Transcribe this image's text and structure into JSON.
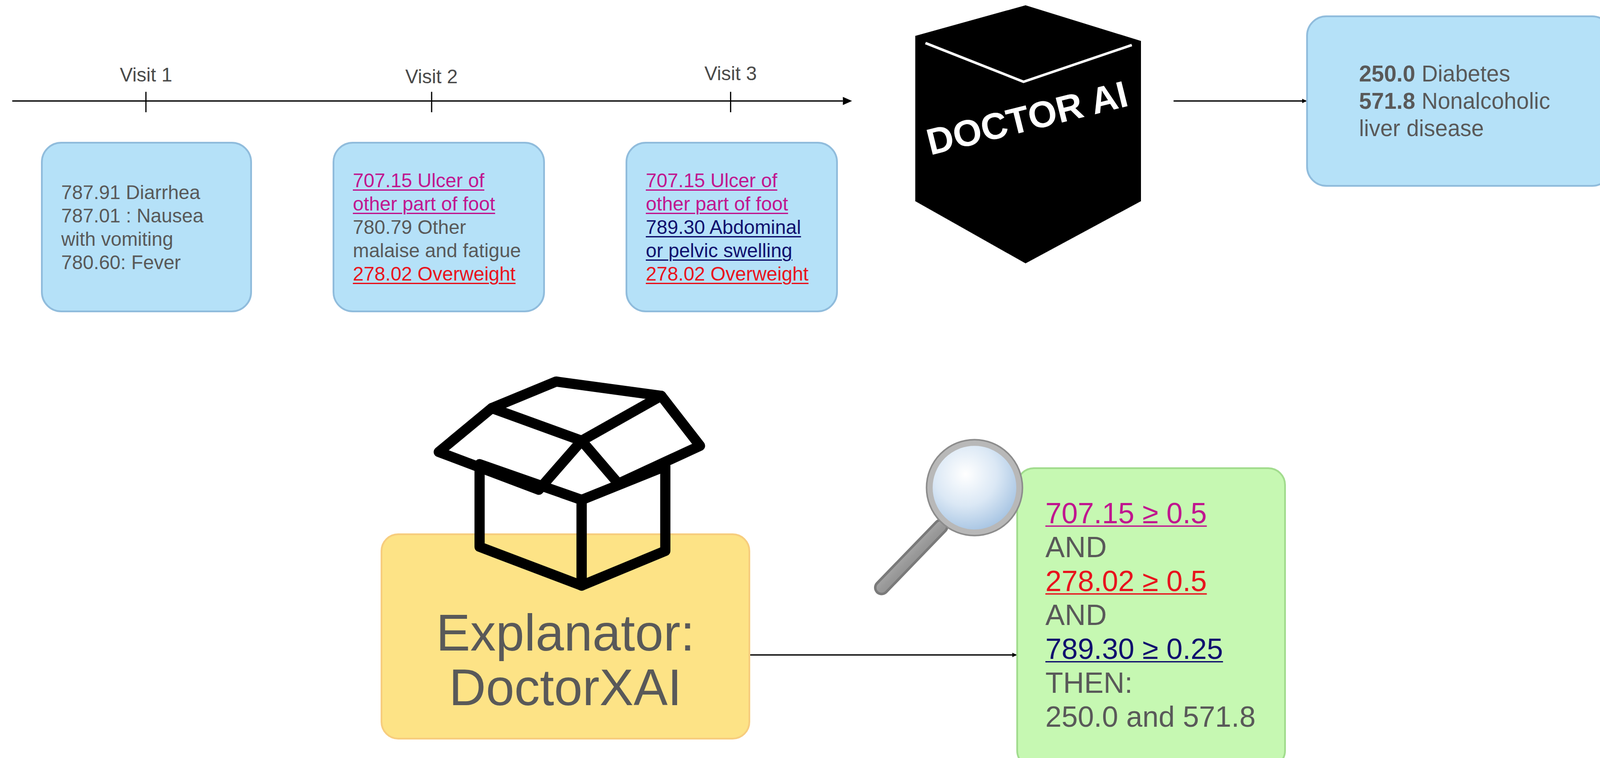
{
  "diagram": {
    "nodes": [
      {
        "text": [
          "787.91  Diarrhea",
          "787.01 : Nausea with vomiting",
          "780.60: Fever"
        ]
      },
      {
        "text": [
          "707.15 Ulcer of other part of foot",
          "780.79 Other malaise and fatigue",
          "278.02 Overweight"
        ]
      },
      {
        "text": [
          "707.15 Ulcer of other part of foot",
          "789.30 Abdominal or pelvic swelling",
          "278.02 Overweight"
        ]
      },
      {
        "text": [
          "DOCTOR AI"
        ]
      },
      {
        "text": [
          "250.0",
          "Diabetes",
          "571.8",
          "Nonalcoholic liver disease"
        ]
      },
      {
        "text": [
          "Explanator: DoctorXAI"
        ]
      },
      {
        "text": [
          "707.15 ≥ 0.5",
          "AND",
          "278.02 ≥ 0.5",
          "AND",
          "789.30 ≥ 0.25",
          "THEN:",
          "250.0 and 571.8"
        ]
      }
    ],
    "edges": [
      {
        "from": 3,
        "to": 4,
        "arrow": "to"
      },
      {
        "from": 5,
        "to": 6,
        "arrow": "to"
      }
    ],
    "labels": [
      "Visit 1",
      "Visit 2",
      "Visit 3"
    ]
  }
}
